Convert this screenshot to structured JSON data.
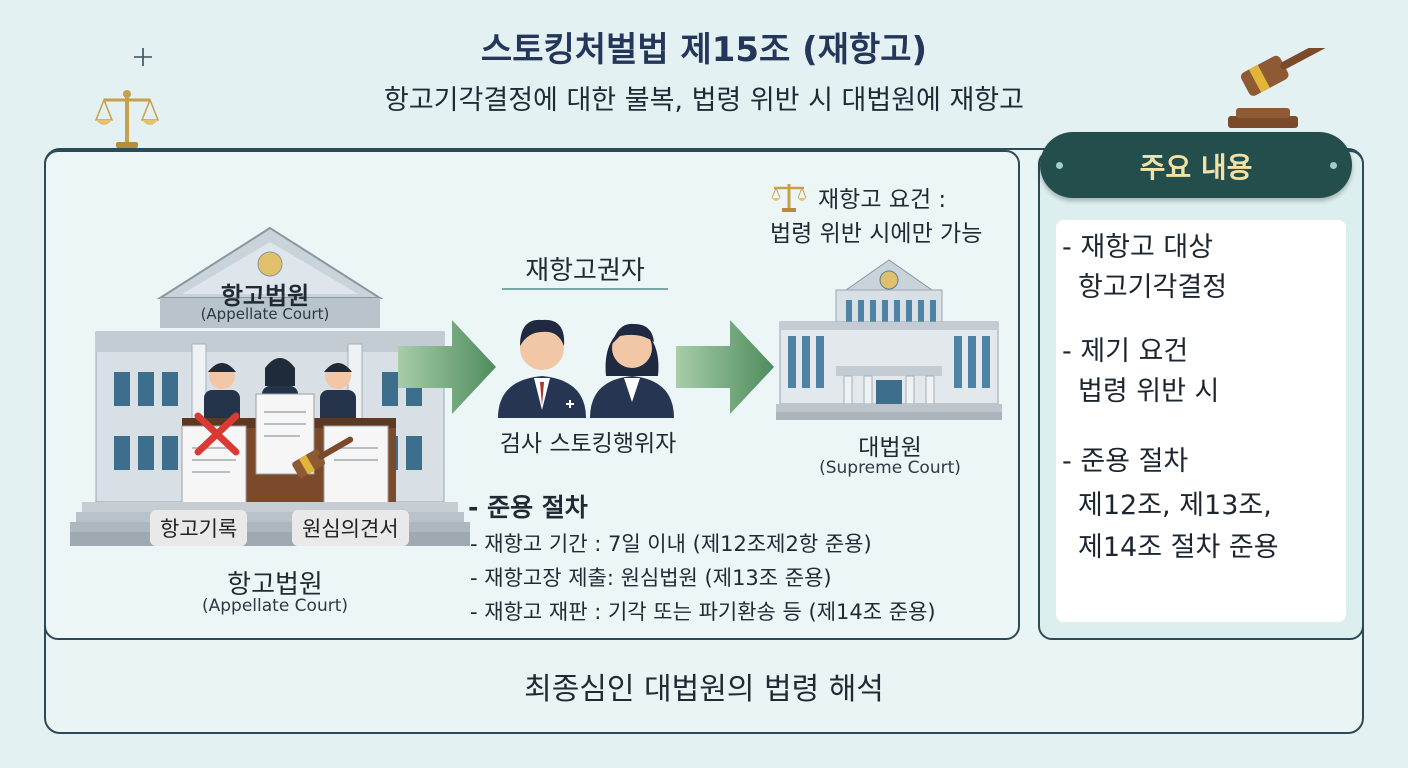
{
  "title": "스토킹처벌법 제15조 (재항고)",
  "subtitle": "항고기각결정에 대한 불복, 법령 위반 시 대법원에 재항고",
  "left_court": {
    "roof_name": "항고법원",
    "roof_en": "(Appellate Court)",
    "doc_left": "항고기록",
    "doc_right": "원심의견서",
    "name": "항고법원",
    "name_en": "(Appellate Court)"
  },
  "appellant": {
    "heading": "재항고권자",
    "label": "검사 스토킹행위자"
  },
  "supreme_court": {
    "requirement_line1": "재항고 요건 :",
    "requirement_line2": "법령 위반 시에만 가능",
    "name": "대법원",
    "name_en": "(Supreme Court)"
  },
  "procedure": {
    "heading": "- 준용 절차",
    "items": [
      "- 재항고 기간 : 7일 이내 (제12조제2항 준용)",
      "- 재항고장 제출: 원심법원 (제13조 준용)",
      "- 재항고 재판 : 기각 또는 파기환송 등 (제14조 준용)"
    ]
  },
  "side": {
    "header": "주요 내용",
    "items": [
      {
        "title": "- 재항고 대상",
        "body": [
          "항고기각결정"
        ]
      },
      {
        "title": "- 제기 요건",
        "body": [
          "법령 위반 시"
        ]
      },
      {
        "title": "- 준용 절차",
        "body": [
          "제12조, 제13조,",
          "제14조 절차 준용"
        ]
      }
    ]
  },
  "footer": "최종심인 대법원의 법령 해석",
  "colors": {
    "title": "#24375a",
    "frame": "#2f4a57",
    "side_header_bg": "#244e4c",
    "side_header_text": "#f3e2a6",
    "arrow": "#5f9a6a"
  },
  "icons": [
    "scales-icon",
    "gavel-icon",
    "sparkle-icon",
    "court-building-icon",
    "supreme-court-building-icon",
    "arrow-right-icon",
    "person-icon",
    "reject-x-icon"
  ]
}
